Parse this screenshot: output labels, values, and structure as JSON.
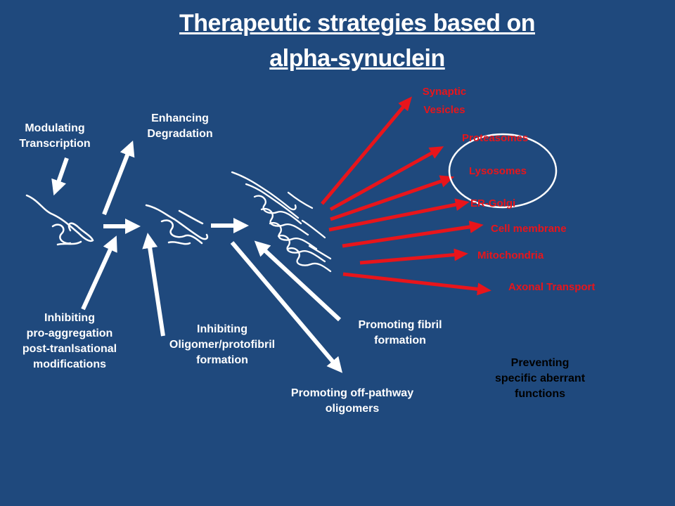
{
  "title": {
    "line1": "Therapeutic strategies based on",
    "line2": "alpha-synuclein"
  },
  "strategies": {
    "modulating_transcription": [
      "Modulating",
      "Transcription"
    ],
    "enhancing_degradation": [
      "Enhancing",
      "Degradation"
    ],
    "inhibiting_ptm": [
      "Inhibiting",
      "pro-aggregation",
      "post-tranlsational",
      "modifications"
    ],
    "inhibiting_oligomer": [
      "Inhibiting",
      "Oligomer/protofibril",
      "formation"
    ],
    "promoting_off_pathway": [
      "Promoting off-pathway",
      "oligomers"
    ],
    "promoting_fibril": [
      "Promoting fibril",
      "formation"
    ],
    "preventing_functions": [
      "Preventing",
      "specific aberrant",
      "functions"
    ]
  },
  "targets": {
    "synaptic_vesicles": [
      "Synaptic",
      "Vesicles"
    ],
    "proteasomes": "Proteasomes",
    "lysosomes": "Lysosomes",
    "er_golgi": "ER-Golgi",
    "cell_membrane": "Cell membrane",
    "mitochondria": "Mitochondria",
    "axonal_transport": "Axonal Transport"
  },
  "colors": {
    "background": "#1f497d",
    "white_arrow": "#ffffff",
    "red_arrow": "#e8151b",
    "dark_text": "#000000"
  }
}
